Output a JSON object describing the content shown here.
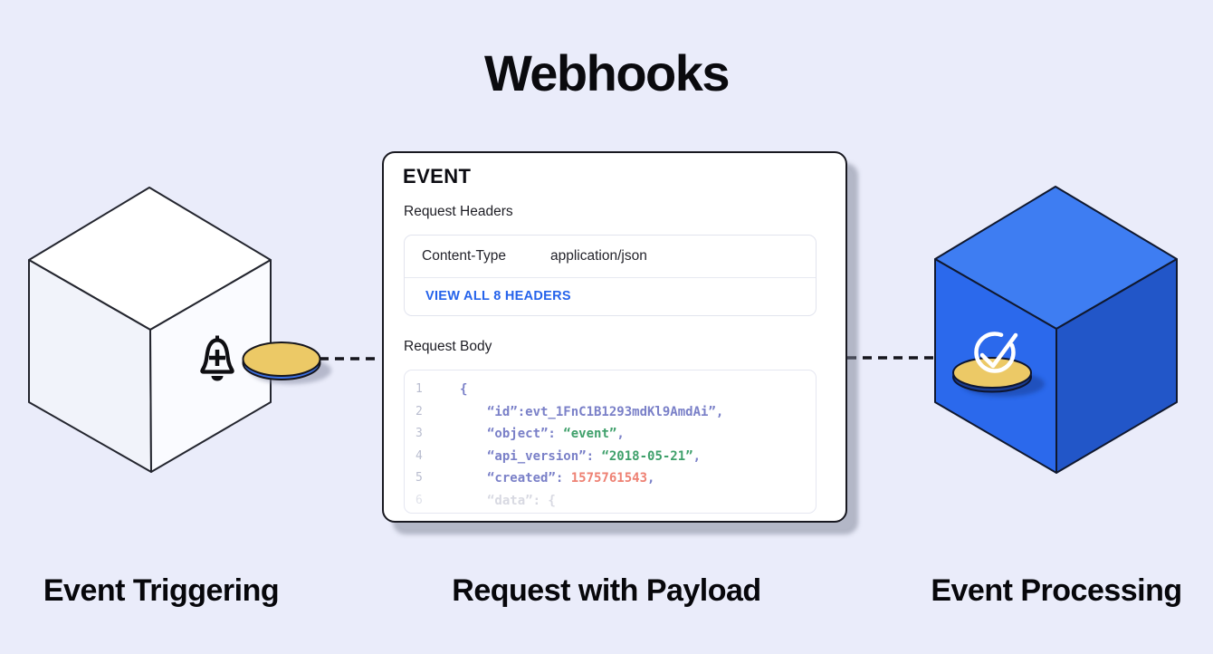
{
  "title": "Webhooks",
  "labels": {
    "left": "Event Triggering",
    "center": "Request with Payload",
    "right": "Event Processing"
  },
  "card": {
    "title": "EVENT",
    "request_headers_label": "Request Headers",
    "header_row": {
      "key": "Content-Type",
      "value": "application/json"
    },
    "view_all_label": "VIEW ALL 8 HEADERS",
    "request_body_label": "Request Body",
    "code": {
      "colors": {
        "line_number": "#b9bdcf",
        "key": "#7a80c8",
        "string": "#3fa06b",
        "number": "#ee8173",
        "muted": "#a9adbf"
      },
      "lines": [
        {
          "num": "1",
          "indent": 1,
          "muted": false,
          "segments": [
            {
              "text": "{",
              "color": "key"
            }
          ]
        },
        {
          "num": "2",
          "indent": 2,
          "muted": false,
          "segments": [
            {
              "text": "“id”:evt_1FnC1B1293mdKl9AmdAi”,",
              "color": "key"
            }
          ]
        },
        {
          "num": "3",
          "indent": 2,
          "muted": false,
          "segments": [
            {
              "text": "“object”: ",
              "color": "key"
            },
            {
              "text": "“event”",
              "color": "string"
            },
            {
              "text": ",",
              "color": "key"
            }
          ]
        },
        {
          "num": "4",
          "indent": 2,
          "muted": false,
          "segments": [
            {
              "text": "“api_version”: ",
              "color": "key"
            },
            {
              "text": "“2018-05-21”",
              "color": "string"
            },
            {
              "text": ",",
              "color": "key"
            }
          ]
        },
        {
          "num": "5",
          "indent": 2,
          "muted": false,
          "segments": [
            {
              "text": "“created”: ",
              "color": "key"
            },
            {
              "text": "1575761543",
              "color": "number"
            },
            {
              "text": ",",
              "color": "key"
            }
          ]
        },
        {
          "num": "6",
          "indent": 2,
          "muted": true,
          "segments": [
            {
              "text": "“data”: {",
              "color": "muted"
            }
          ]
        }
      ]
    }
  },
  "icons": {
    "left_cube": "bell-plus-icon",
    "right_cube": "check-circle-icon"
  },
  "colors": {
    "background": "#eaecfa",
    "link_blue": "#2563eb",
    "white_cube_top": "#ffffff",
    "white_cube_left": "#f1f3fa",
    "white_cube_right": "#fafbff",
    "blue_cube_top": "#3e7df2",
    "blue_cube_left": "#2b69ec",
    "blue_cube_right": "#2256c8",
    "coin_yellow": "#ecc966",
    "coin_rim_blue": "#3c70e2",
    "coin_rim_navy": "#1b3c8f",
    "outline_dark": "#15151c"
  }
}
